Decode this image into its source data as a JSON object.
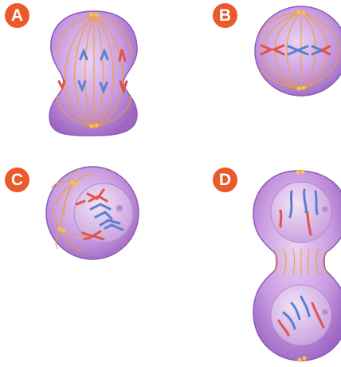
{
  "panels": [
    {
      "label": "A"
    },
    {
      "label": "B"
    },
    {
      "label": "C"
    },
    {
      "label": "D"
    }
  ],
  "colors": {
    "badge": "#ea5a2a",
    "cell_edge": "#8c5ab8",
    "cell_fill": "#c79be0",
    "nucleus_fill": "#dcb8ea",
    "spindle": "#f0a030",
    "chromosome_red": "#e0524a",
    "chromosome_blue": "#5a7fd0",
    "centrosome": "#f6c445"
  }
}
